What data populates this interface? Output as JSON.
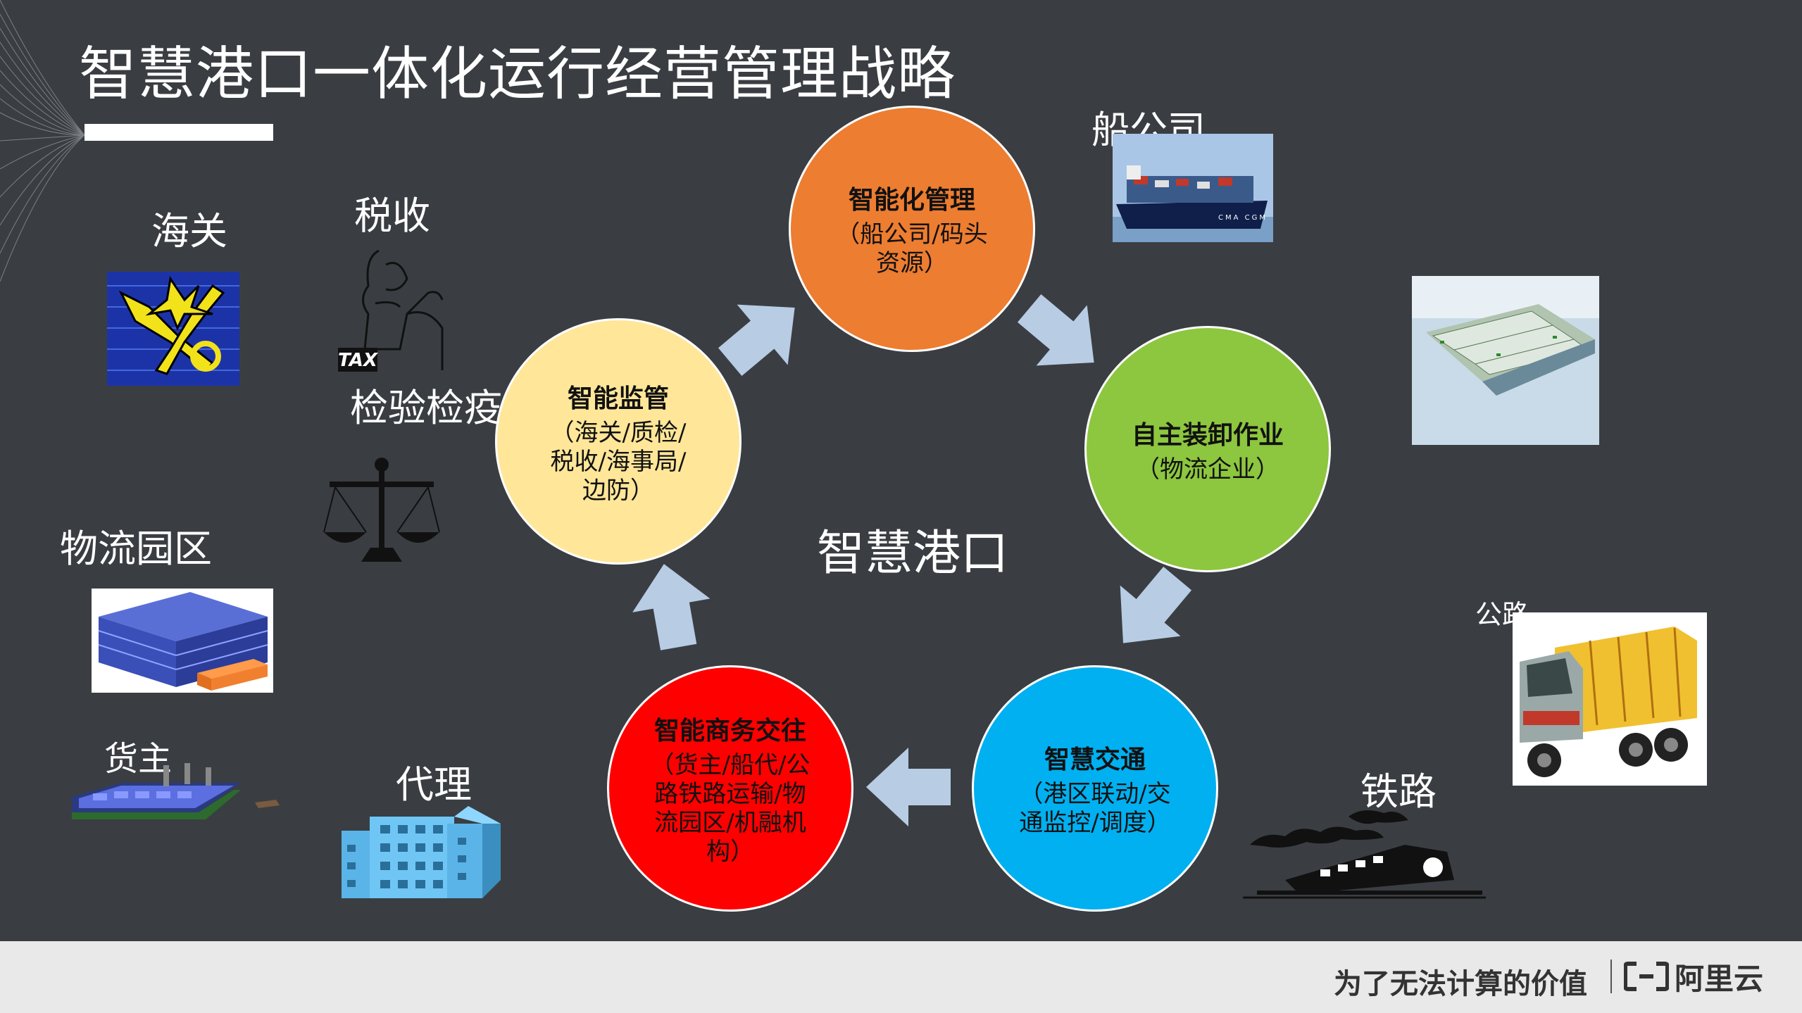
{
  "slide": {
    "title": "智慧港口一体化运行经营管理战略",
    "center_label": "智慧港口"
  },
  "circles": {
    "top": {
      "heading": "智能化管理",
      "body": "（船公司/码头资源）",
      "color": "#ed7d31"
    },
    "right": {
      "heading": "自主装卸作业",
      "body": "（物流企业）",
      "color": "#8dc63f"
    },
    "bottom_right": {
      "heading": "智慧交通",
      "body": "（港区联动/交通监控/调度）",
      "color": "#00b0f0"
    },
    "bottom_left": {
      "heading": "智能商务交往",
      "body": "（货主/船代/公路铁路运输/物流园区/机融机构）",
      "color": "#ff0000"
    },
    "left": {
      "heading": "智能监管",
      "body": "（海关/质检/税收/海事局/边防）",
      "color": "#ffe699"
    }
  },
  "labels": {
    "customs": "海关",
    "tax": "税收",
    "inspection": "检验检疫",
    "logistics_park": "物流园区",
    "cargo_owner": "货主",
    "agent": "代理",
    "shipping_company": "船公司",
    "highway": "公路",
    "railway": "铁路"
  },
  "icons": {
    "tax_tag": "TAX"
  },
  "footer": {
    "slogan": "为了无法计算的价值",
    "brand": "阿里云"
  }
}
